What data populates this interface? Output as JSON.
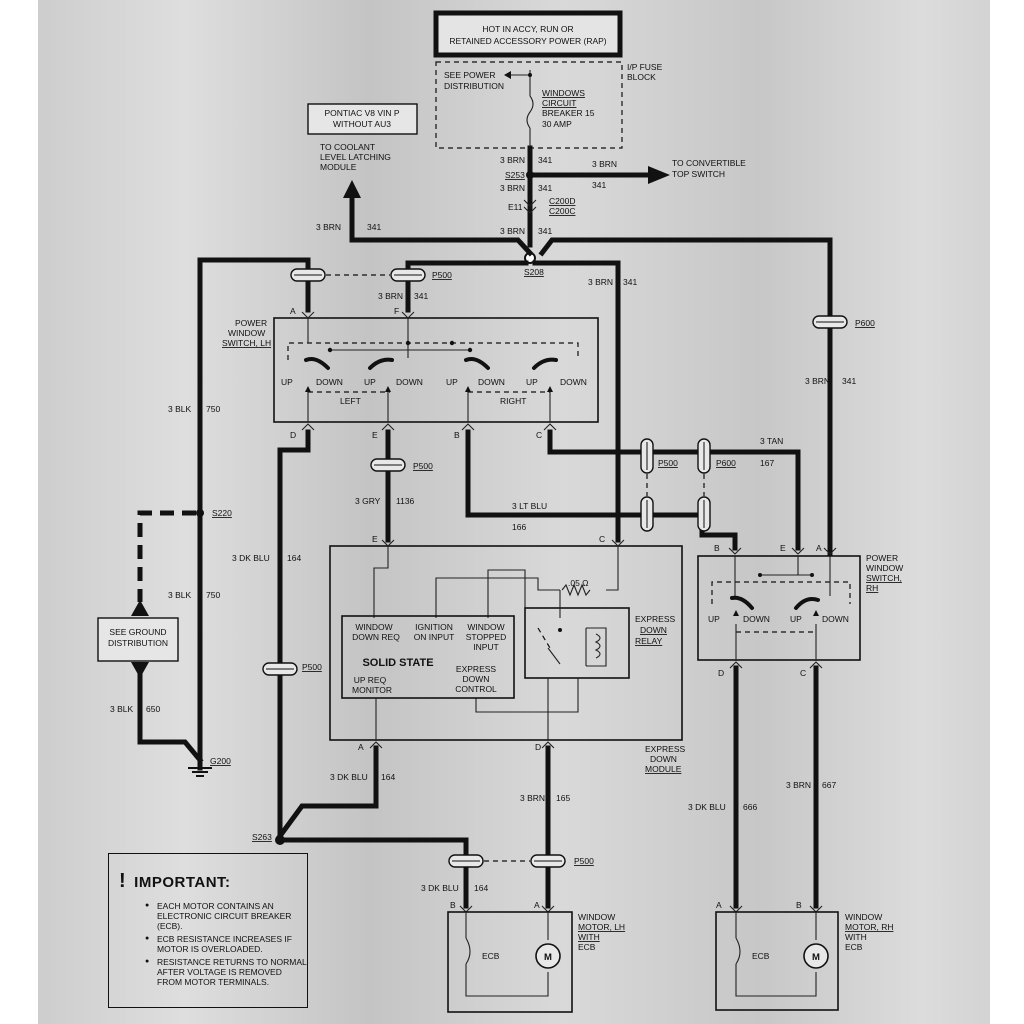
{
  "top_box": {
    "line1": "HOT IN ACCY, RUN OR",
    "line2": "RETAINED ACCESSORY POWER (RAP)"
  },
  "fuse_block": {
    "label1": "I/P FUSE",
    "label2": "BLOCK",
    "see_power1": "SEE POWER",
    "see_power2": "DISTRIBUTION",
    "breaker1": "WINDOWS",
    "breaker2": "CIRCUIT",
    "breaker3": "BREAKER 15",
    "breaker4": "30 AMP"
  },
  "pontiac_box": {
    "line1": "PONTIAC V8 VIN P",
    "line2": "WITHOUT AU3"
  },
  "coolant": {
    "line1": "TO COOLANT",
    "line2": "LEVEL LATCHING",
    "line3": "MODULE"
  },
  "convertible": {
    "line1": "TO CONVERTIBLE",
    "line2": "TOP SWITCH"
  },
  "wires": {
    "brn": "3 BRN",
    "c341": "341",
    "blk": "3 BLK",
    "c750": "750",
    "c650": "650",
    "gry": "3 GRY",
    "c1136": "1136",
    "ltblu": "3 LT BLU",
    "c166": "166",
    "tan": "3 TAN",
    "c167": "167",
    "dkblu": "3 DK BLU",
    "c164": "164",
    "c666": "666",
    "c165": "165",
    "c667": "667"
  },
  "splices": {
    "s253": "S253",
    "e11": "E11",
    "c200d": "C200D",
    "c200c": "C200C",
    "s208": "S208",
    "s220": "S220",
    "s263": "S263",
    "g200": "G200"
  },
  "connectors": {
    "p500": "P500",
    "p600": "P600"
  },
  "pins": {
    "a": "A",
    "b": "B",
    "c": "C",
    "d": "D",
    "e": "E",
    "f": "F"
  },
  "lh_switch": {
    "label1": "POWER",
    "label2": "WINDOW",
    "label3": "SWITCH, LH",
    "up": "UP",
    "down": "DOWN",
    "left": "LEFT",
    "right": "RIGHT"
  },
  "rh_switch": {
    "label1": "POWER",
    "label2": "WINDOW",
    "label3": "SWITCH,",
    "label4": "RH"
  },
  "ground": {
    "line1": "SEE GROUND",
    "line2": "DISTRIBUTION"
  },
  "module": {
    "label1": "EXPRESS",
    "label2": "DOWN",
    "label3": "MODULE",
    "window_down_req1": "WINDOW",
    "window_down_req2": "DOWN REQ",
    "ignition1": "IGNITION",
    "ignition2": "ON INPUT",
    "stopped1": "WINDOW",
    "stopped2": "STOPPED",
    "stopped3": "INPUT",
    "solid_state": "SOLID STATE",
    "up_req1": "UP REQ",
    "up_req2": "MONITOR",
    "express_ctrl1": "EXPRESS",
    "express_ctrl2": "DOWN",
    "express_ctrl3": "CONTROL",
    "resistor": ".05 Ω",
    "relay1": "EXPRESS",
    "relay2": "DOWN",
    "relay3": "RELAY"
  },
  "motor_lh": {
    "label1": "WINDOW",
    "label2": "MOTOR, LH",
    "label3": "WITH",
    "label4": "ECB",
    "ecb": "ECB",
    "m": "M"
  },
  "motor_rh": {
    "label1": "WINDOW",
    "label2": "MOTOR, RH",
    "label3": "WITH",
    "label4": "ECB",
    "ecb": "ECB",
    "m": "M"
  },
  "important": {
    "bang": "!",
    "title": "IMPORTANT:",
    "notes": [
      "EACH MOTOR CONTAINS AN ELECTRONIC CIRCUIT BREAKER (ECB).",
      "ECB RESISTANCE INCREASES IF MOTOR IS OVERLOADED.",
      "RESISTANCE RETURNS TO NORMAL AFTER VOLTAGE IS REMOVED FROM MOTOR TERMINALS."
    ]
  }
}
